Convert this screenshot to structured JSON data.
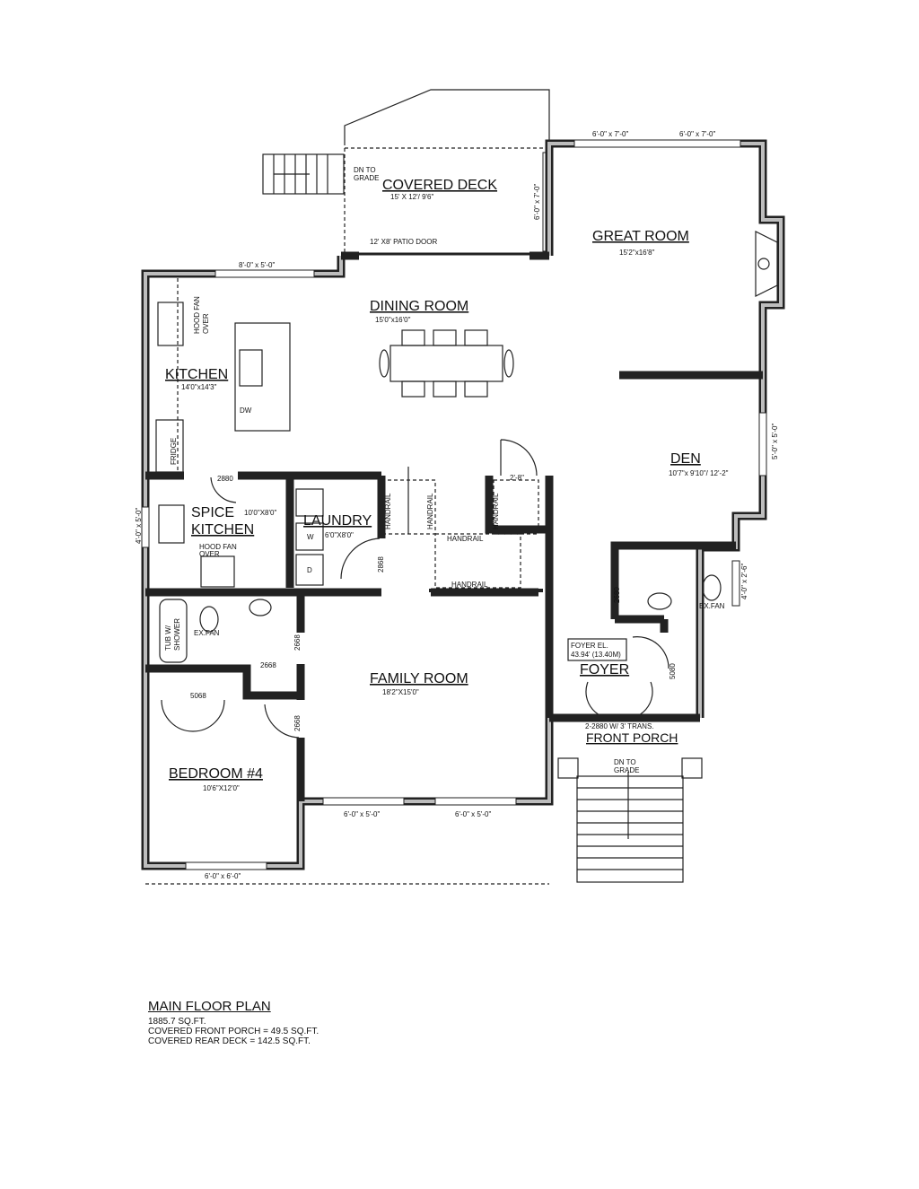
{
  "rooms": {
    "covered_deck": {
      "name": "COVERED DECK",
      "size": "15' X 12'/ 9'6\""
    },
    "great_room": {
      "name": "GREAT ROOM",
      "size": "15'2\"x16'8\""
    },
    "dining_room": {
      "name": "DINING ROOM",
      "size": "15'0\"x16'0\""
    },
    "kitchen": {
      "name": "KITCHEN",
      "size": "14'0\"x14'3\""
    },
    "den": {
      "name": "DEN",
      "size": "10'7\"x 9'10\"/ 12'-2\""
    },
    "spice_kitchen": {
      "name1": "SPICE",
      "name2": "KITCHEN",
      "size": "10'0\"X8'0\""
    },
    "laundry": {
      "name": "LAUNDRY",
      "size": "6'0\"X8'0\""
    },
    "family_room": {
      "name": "FAMILY ROOM",
      "size": "18'2\"X15'0\""
    },
    "foyer": {
      "name": "FOYER"
    },
    "front_porch": {
      "name": "FRONT PORCH"
    },
    "bedroom4": {
      "name": "BEDROOM #4",
      "size": "10'6\"X12'0\""
    }
  },
  "labels": {
    "dn_to_grade_1": "DN TO",
    "dn_to_grade_2": "GRADE",
    "patio_door": "12' X8' PATIO DOOR",
    "hood_fan_1": "HOOD FAN",
    "hood_fan_2": "OVER",
    "fridge": "FRIDGE",
    "dw": "DW",
    "washer": "W",
    "dryer": "D",
    "handrail": "HANDRAIL",
    "tub": "TUB W/",
    "shower": "SHOWER",
    "ex_fan": "EX.FAN",
    "foyer_el_1": "FOYER EL.",
    "foyer_el_2": "43.94' (13.40M)",
    "front_door": "2-2880 W/ 3' TRANS.",
    "stair_width": "2'-8\""
  },
  "dimensions": {
    "w_great_1": "6'-0\" x 7'-0\"",
    "w_great_2": "6'-0\" x 7'-0\"",
    "w_deck_side": "6'-0\" x 7'-0\"",
    "w_kitchen": "8'-0\" x 5'-0\"",
    "w_den": "5'-0\" x 5'-0\"",
    "w_spice": "4'-0\" x 5'-0\"",
    "w_powder": "4'-0\" x 2'-6\"",
    "w_family_1": "6'-0\" x 5'-0\"",
    "w_family_2": "6'-0\" x 5'-0\"",
    "w_bedroom": "6'-0\" x 6'-0\"",
    "d_spice": "2880",
    "d_laundry": "2868",
    "d_powder": "2680",
    "d_foyer": "5080",
    "d_bath_1": "2668",
    "d_bath_2": "2668",
    "d_bed_closet": "5068",
    "d_bedroom": "2668"
  },
  "notes": {
    "title": "MAIN FLOOR PLAN",
    "area": "1885.7 SQ.FT.",
    "porch": "COVERED FRONT PORCH = 49.5 SQ.FT.",
    "deck": "COVERED REAR DECK = 142.5 SQ.FT."
  }
}
